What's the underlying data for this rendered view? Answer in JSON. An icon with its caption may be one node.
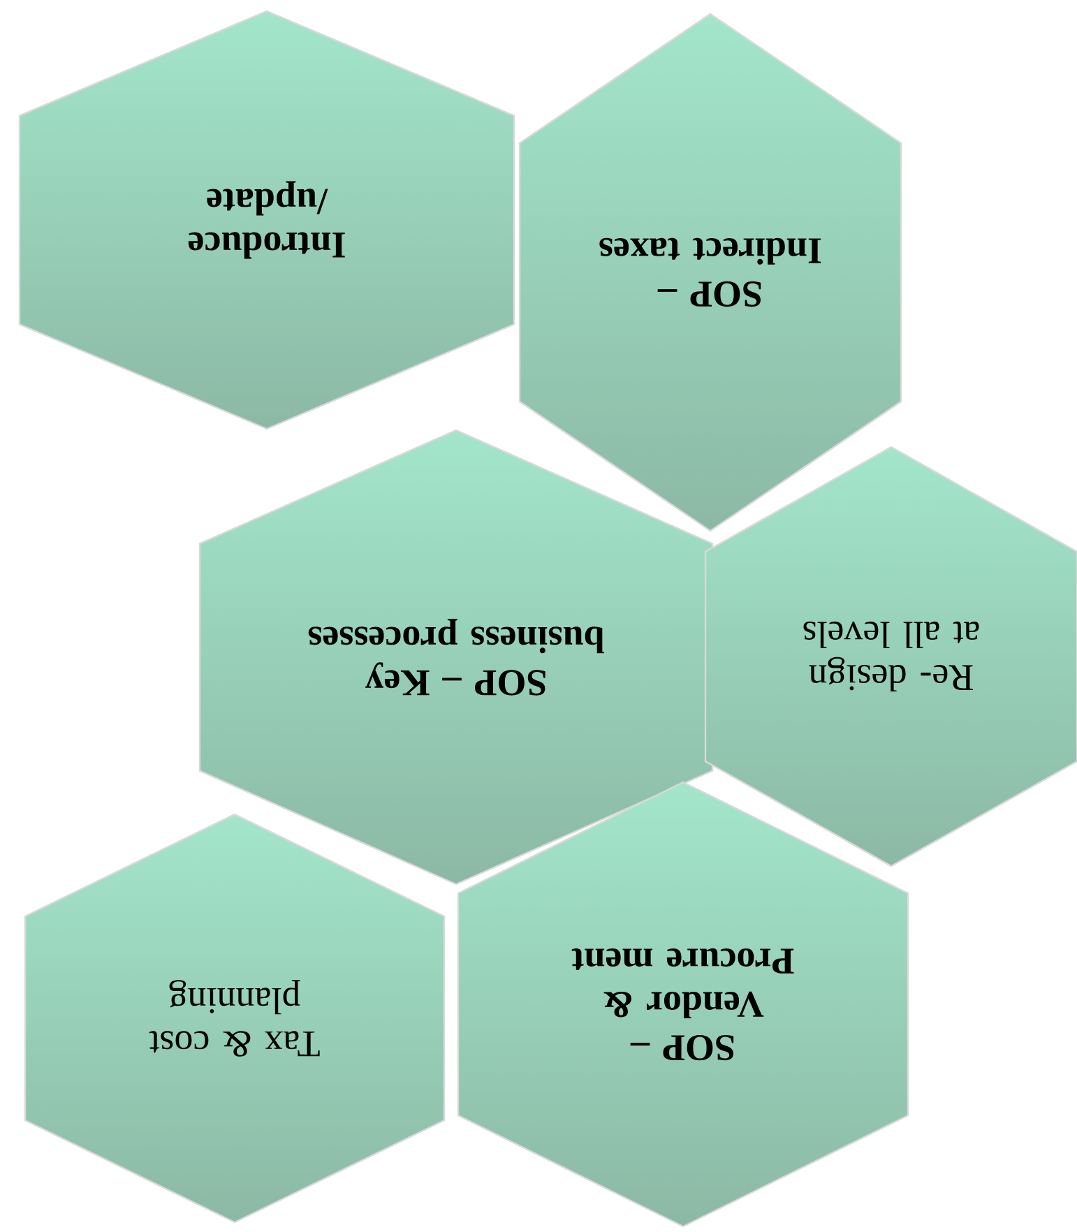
{
  "diagram": {
    "nodes": [
      {
        "text": [
          "Introduce /update"
        ]
      },
      {
        "text": [
          "SOP – Indirect taxes"
        ]
      },
      {
        "text": [
          "SOP – Key business processes"
        ]
      },
      {
        "text": [
          "Re- design at all levels"
        ]
      },
      {
        "text": [
          "Tax & cost planning"
        ]
      },
      {
        "text": [
          "SOP – Vendor & Procure ment"
        ]
      }
    ]
  }
}
